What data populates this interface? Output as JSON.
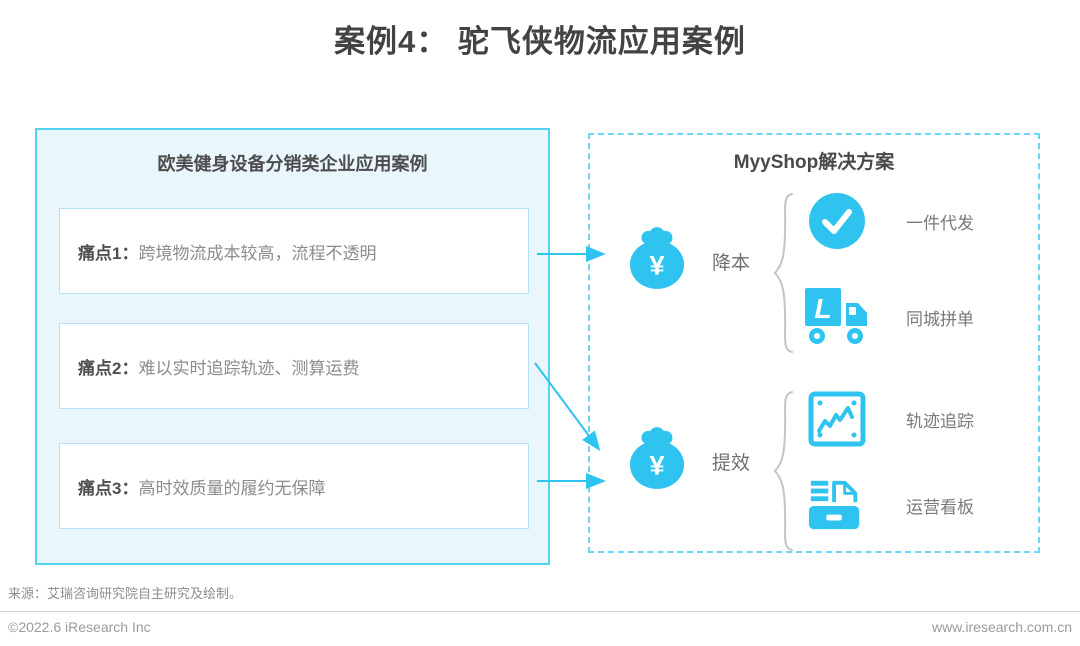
{
  "page": {
    "title": "案例4： 驼飞侠物流应用案例",
    "source_note": "来源：艾瑞咨询研究院自主研究及绘制。",
    "footer": {
      "copyright": "©2022.6 iResearch Inc",
      "website": "www.iresearch.com.cn"
    }
  },
  "left_panel": {
    "title": "欧美健身设备分销类企业应用案例",
    "pain_points": [
      {
        "label": "痛点1：",
        "text": "跨境物流成本较高，流程不透明"
      },
      {
        "label": "痛点2：",
        "text": "难以实时追踪轨迹、测算运费"
      },
      {
        "label": "痛点3：",
        "text": "高时效质量的履约无保障"
      }
    ]
  },
  "right_panel": {
    "title": "MyyShop解决方案",
    "solutions": [
      {
        "icon": "money-bag-icon",
        "currency_symbol": "¥",
        "label": "降本",
        "items": [
          {
            "icon": "checkmark-icon",
            "label": "一件代发"
          },
          {
            "icon": "truck-icon",
            "truck_letter": "L",
            "label": "同城拼单"
          }
        ]
      },
      {
        "icon": "money-bag-icon",
        "currency_symbol": "¥",
        "label": "提效",
        "items": [
          {
            "icon": "line-chart-icon",
            "label": "轨迹追踪"
          },
          {
            "icon": "printer-icon",
            "label": "运营看板"
          }
        ]
      }
    ]
  },
  "colors": {
    "accent_cyan": "#2fc4ef",
    "panel_bg": "#e9f6fc",
    "panel_border": "#55d1f1",
    "dashed_border": "#6ed4f2",
    "inner_box_border": "#aee4f6",
    "title_text": "#434343",
    "body_text": "#8c8c8c",
    "brace_gray": "#c4c4c4"
  }
}
